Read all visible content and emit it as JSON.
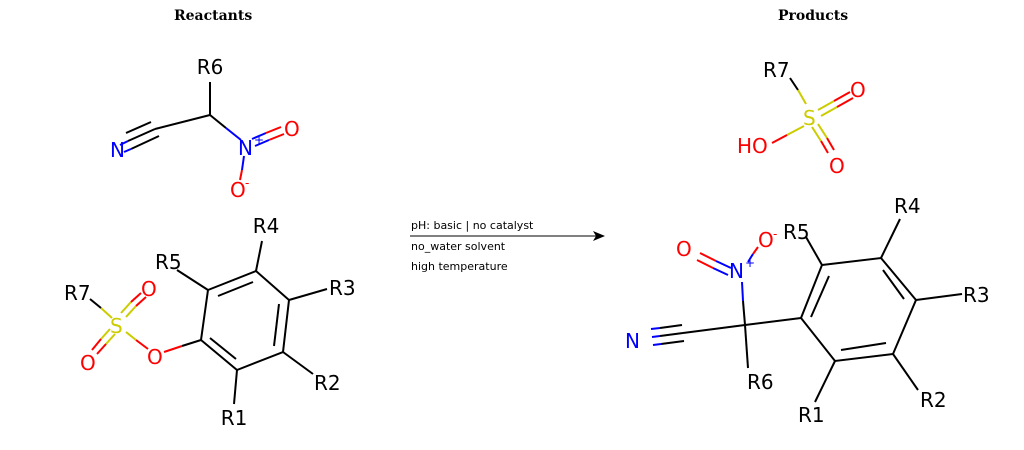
{
  "headings": {
    "reactants": "Reactants",
    "products": "Products"
  },
  "conditions": {
    "line1": "pH: basic | no catalyst",
    "line2": "no_water solvent",
    "line3": "high temperature"
  },
  "atom_labels": {
    "R1": "R1",
    "R2": "R2",
    "R3": "R3",
    "R4": "R4",
    "R5": "R5",
    "R6": "R6",
    "R7": "R7",
    "N": "N",
    "N_plus": "N",
    "plus": "+",
    "O": "O",
    "O_minus": "O",
    "minus": "-",
    "S": "S",
    "HO": "HO"
  },
  "colors": {
    "bond": "#000000",
    "nitrogen": "#0000ff",
    "oxygen": "#ff0000",
    "sulfur": "#cccc00"
  }
}
